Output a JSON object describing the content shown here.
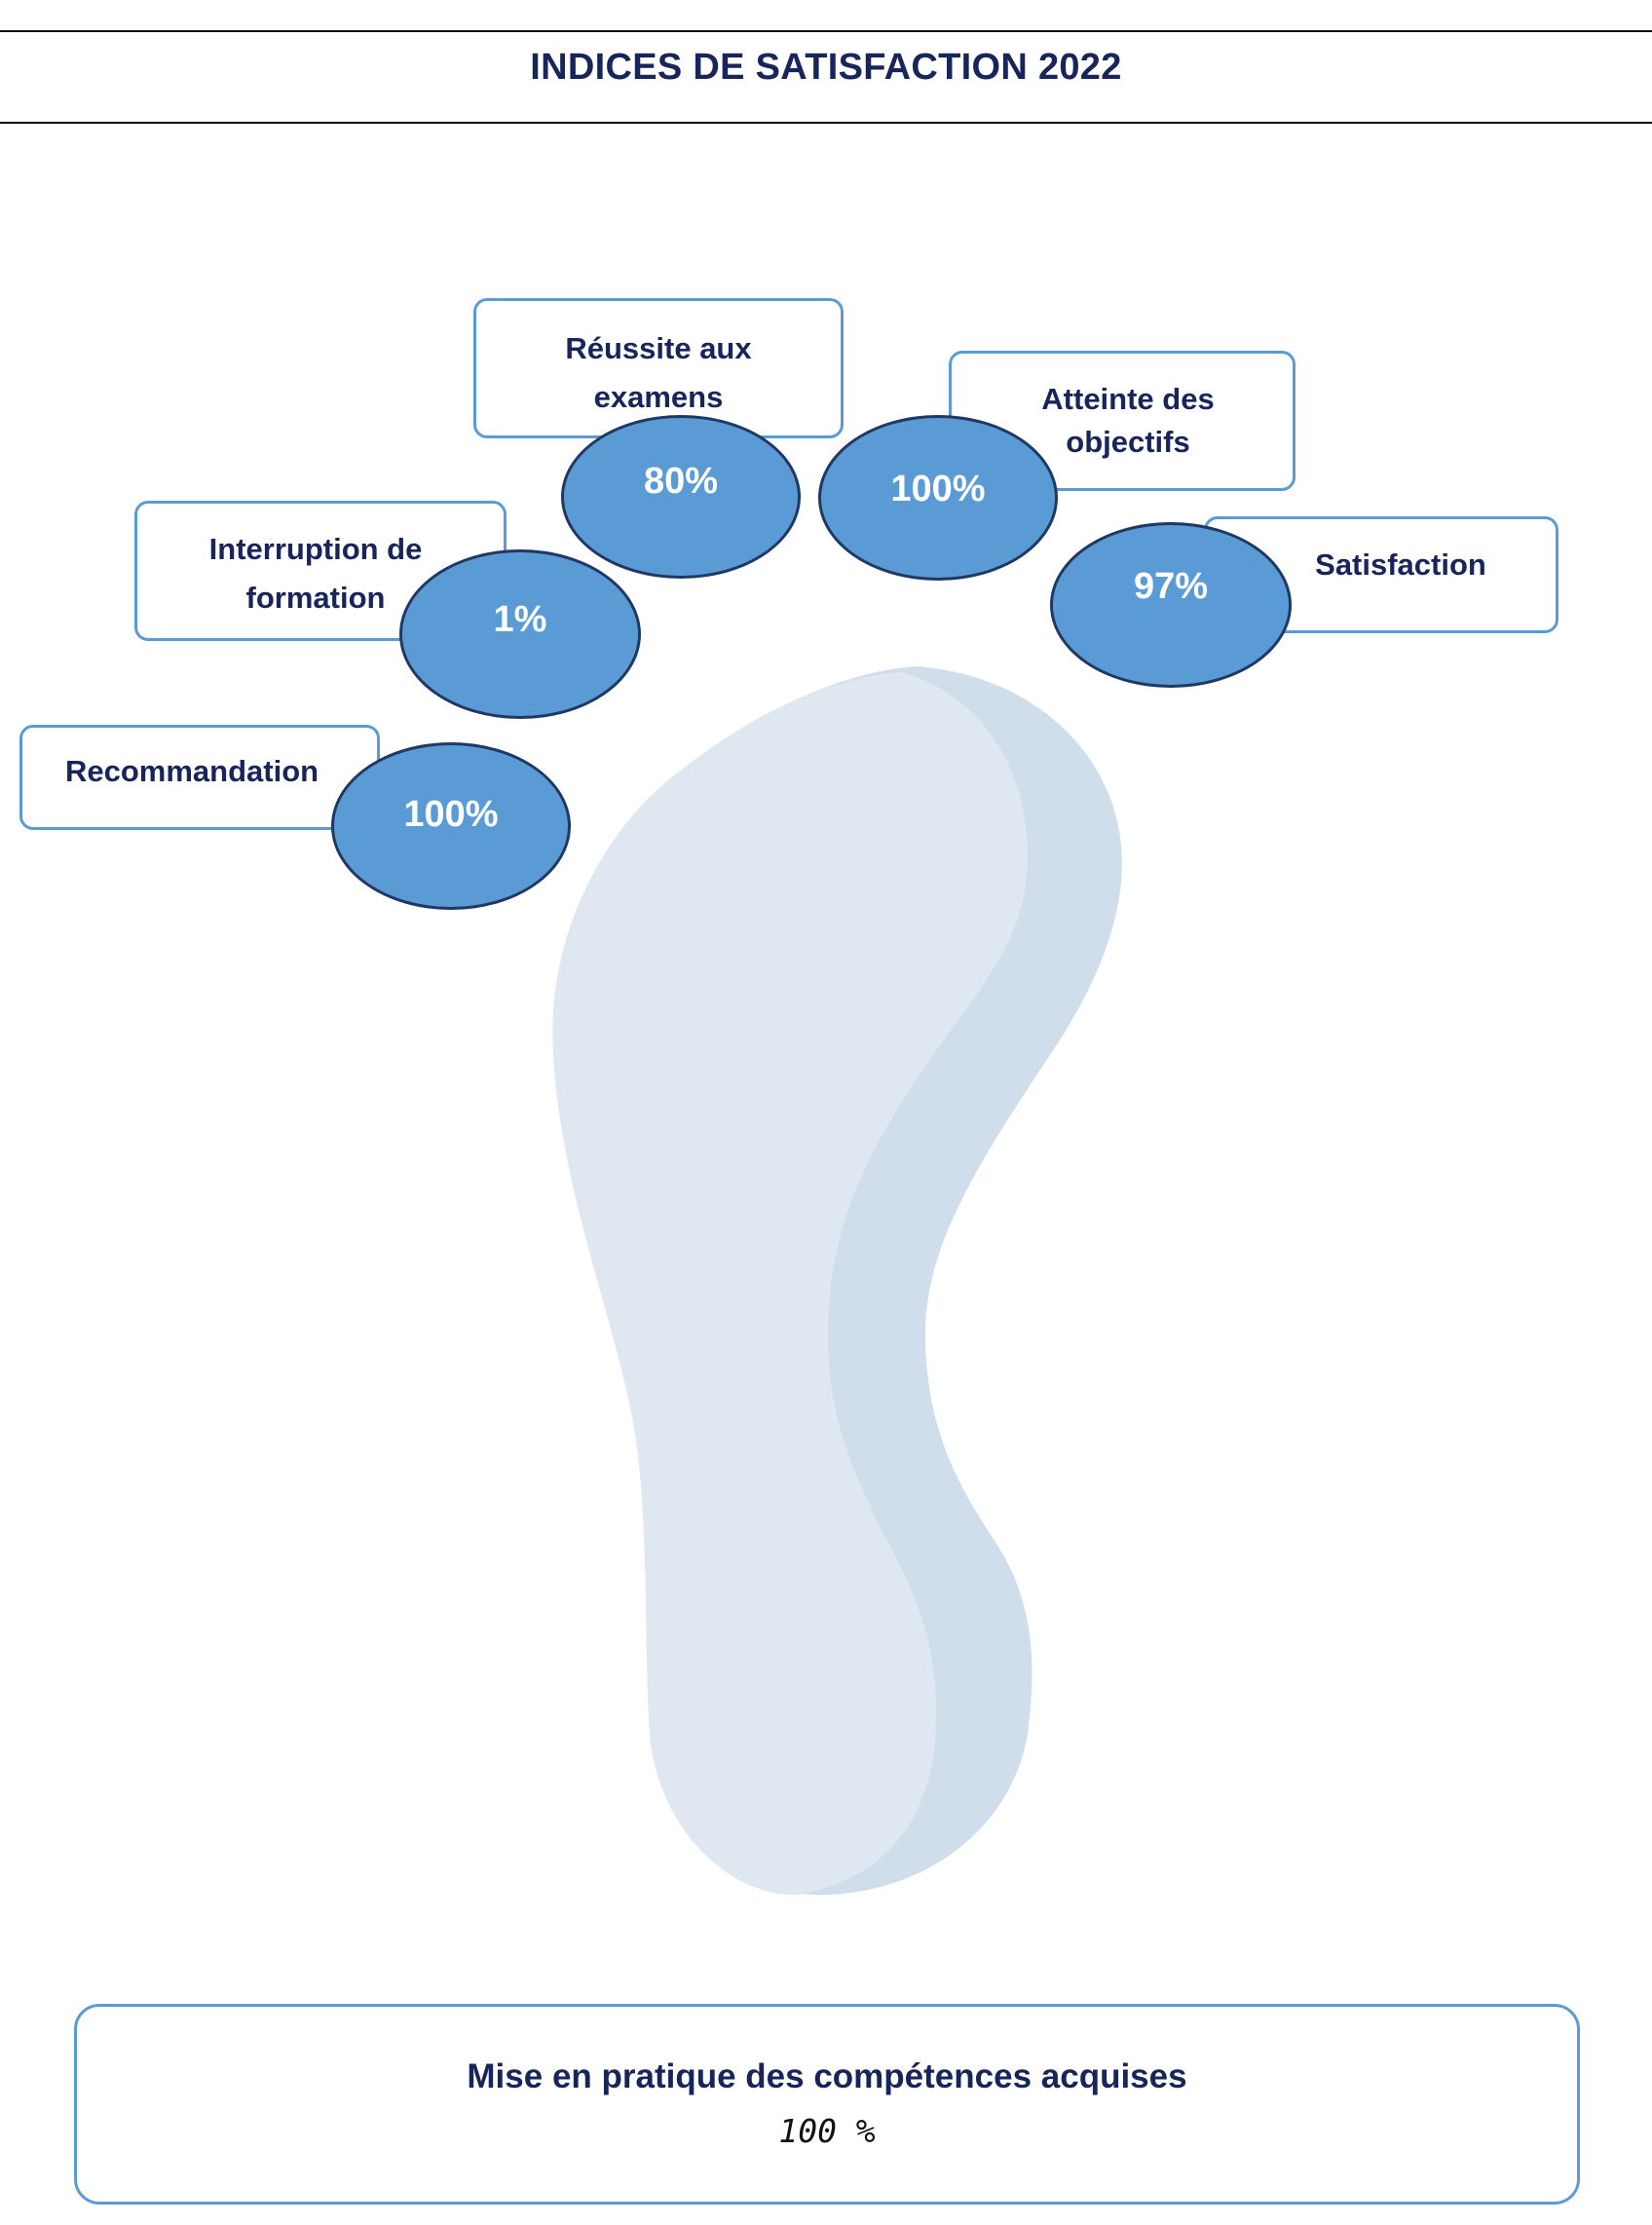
{
  "title": "INDICES DE SATISFACTION 2022",
  "indicators": {
    "reussite": {
      "label_line1": "Réussite aux",
      "label_line2": "examens",
      "value": "80%"
    },
    "atteinte": {
      "label_line1": "Atteinte des",
      "label_line2": "objectifs",
      "value": "100%"
    },
    "interruption": {
      "label_line1": "Interruption de",
      "label_line2": "formation",
      "value": "1%"
    },
    "satisfaction": {
      "label": "Satisfaction",
      "value": "97%"
    },
    "recommandation": {
      "label": "Recommandation",
      "value": "100%"
    }
  },
  "bottom": {
    "label": "Mise en pratique des compétences acquises",
    "value": "100 %"
  },
  "colors": {
    "title_text": "#17255a",
    "box_border": "#5b9bd5",
    "oval_fill": "#5b9bd5",
    "oval_border": "#203864",
    "foot_light": "#dfe8f1",
    "foot_shadow": "#cfdeea"
  },
  "icons": {
    "foot": "footprint-shape"
  }
}
